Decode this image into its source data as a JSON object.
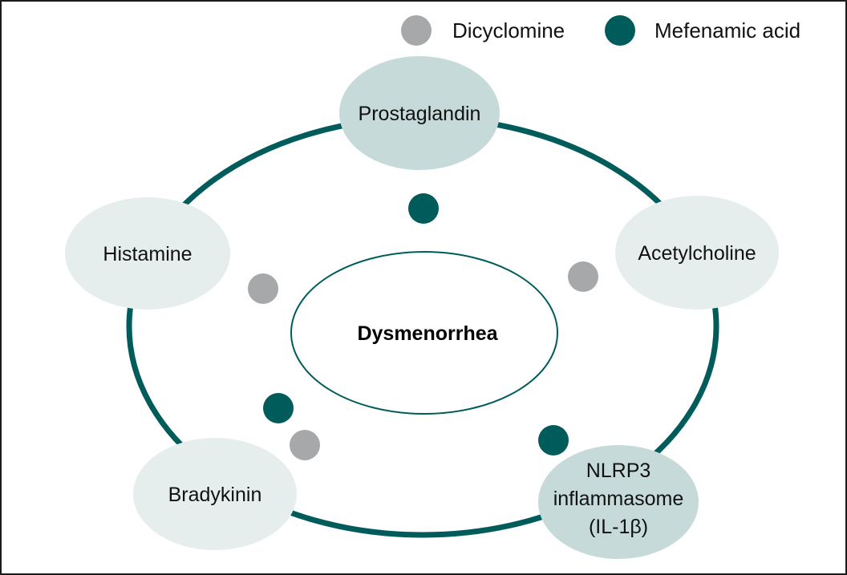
{
  "colors": {
    "ring": "#005c5a",
    "dicyclomine": "#a7a8aa",
    "mefenamic_acid": "#005c5a",
    "node_fill_light": "#e6eeed",
    "node_fill_dark": "#c5dad9",
    "center_stroke": "#005c5a"
  },
  "legend": {
    "dicyclomine_label": "Dicyclomine",
    "mefenamic_label": "Mefenamic acid"
  },
  "center": {
    "label": "Dysmenorrhea"
  },
  "nodes": {
    "prostaglandin": "Prostaglandin",
    "histamine": "Histamine",
    "acetylcholine": "Acetylcholine",
    "bradykinin": "Bradykinin",
    "nlrp3_line1": "NLRP3",
    "nlrp3_line2": "inflammasome",
    "nlrp3_line3": "(IL-1β)"
  },
  "markers": [
    {
      "target": "prostaglandin",
      "drug": "Mefenamic acid"
    },
    {
      "target": "histamine",
      "drug": "Dicyclomine"
    },
    {
      "target": "acetylcholine",
      "drug": "Dicyclomine"
    },
    {
      "target": "bradykinin",
      "drug": "Mefenamic acid"
    },
    {
      "target": "bradykinin",
      "drug": "Dicyclomine"
    },
    {
      "target": "nlrp3",
      "drug": "Mefenamic acid"
    }
  ]
}
